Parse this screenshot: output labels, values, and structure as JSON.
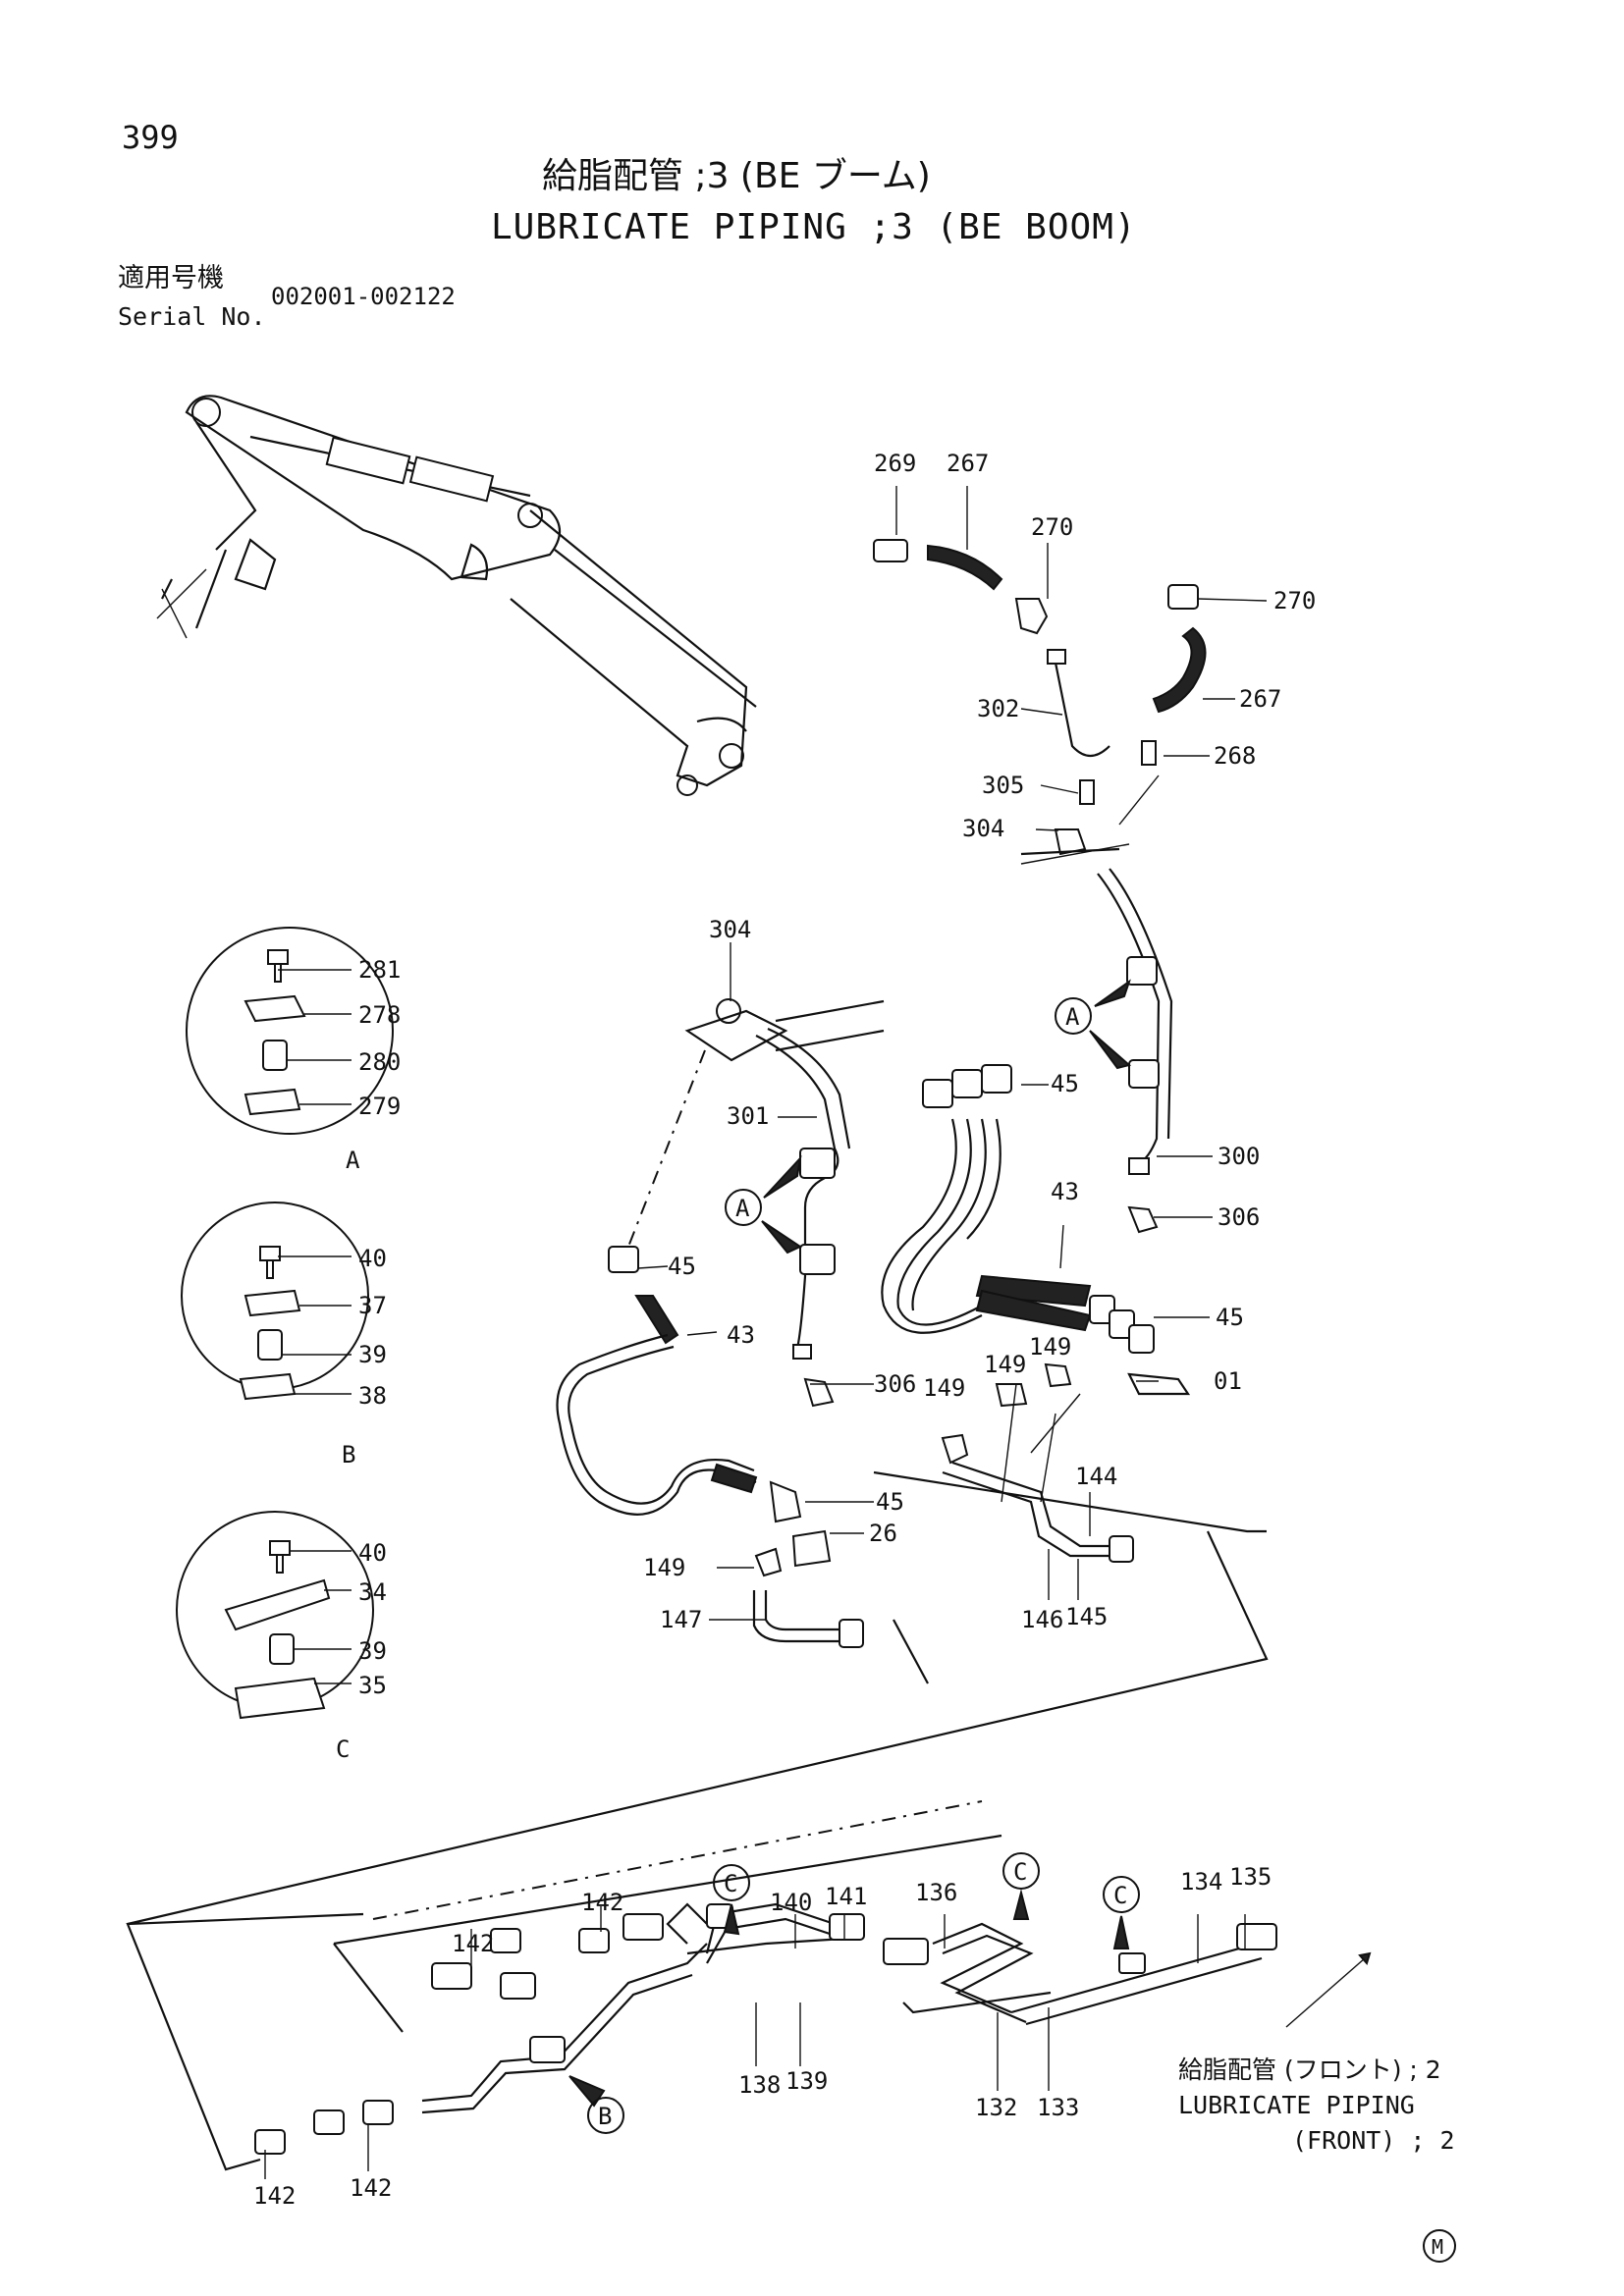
{
  "page_number": "399",
  "title_jp": "給脂配管 ;3 (BE ブーム)",
  "title_en": "LUBRICATE PIPING ;3 (BE BOOM)",
  "serial_label_jp": "適用号機",
  "serial_label_en": "Serial No.",
  "serial_range": "002001-002122",
  "detail_labels": {
    "a": "A",
    "b": "B",
    "c": "C"
  },
  "callouts": {
    "c269": "269",
    "c267a": "267",
    "c270a": "270",
    "c270b": "270",
    "c267b": "267",
    "c302": "302",
    "c268": "268",
    "c305": "305",
    "c304a": "304",
    "c304b": "304",
    "c301": "301",
    "c45a": "45",
    "c43a": "43",
    "c300": "300",
    "c306a": "306",
    "c45b": "45",
    "c43b": "43",
    "c306b": "306",
    "c45c": "45",
    "c149a": "149",
    "c149b": "149",
    "c149c": "149",
    "c01": "01",
    "c45d": "45",
    "c26": "26",
    "c144": "144",
    "c149d": "149",
    "c147": "147",
    "c146": "146",
    "c145": "145",
    "c281": "281",
    "c278": "278",
    "c280": "280",
    "c279": "279",
    "c40a": "40",
    "c37": "37",
    "c39a": "39",
    "c38": "38",
    "c40b": "40",
    "c34": "34",
    "c39b": "39",
    "c35": "35",
    "c142a": "142",
    "c142b": "142",
    "c140": "140",
    "c141": "141",
    "c136": "136",
    "c134": "134",
    "c135": "135",
    "c138": "138",
    "c139": "139",
    "c132": "132",
    "c133": "133",
    "c142c": "142",
    "c142d": "142"
  },
  "note_jp": "給脂配管 (フロント) ; 2",
  "note_en_line1": "LUBRICATE PIPING",
  "note_en_line2": "(FRONT) ; 2",
  "corner_mark": "M"
}
